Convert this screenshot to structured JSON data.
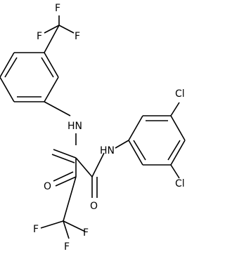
{
  "atoms": {
    "cf3_aryl": {
      "f_top": "F",
      "f_left": "F",
      "f_right": "F"
    },
    "hydrazone_nh": "HN",
    "amide_nh": "HN",
    "amide_o": "O",
    "ketone_o": "O",
    "cf3_acyl": {
      "f_left": "F",
      "f_center": "F",
      "f_right": "F"
    },
    "cl_top": "Cl",
    "cl_bottom": "Cl"
  }
}
